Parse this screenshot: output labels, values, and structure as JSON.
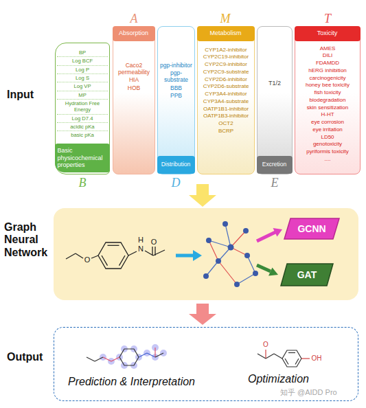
{
  "diagram": {
    "nodes": [
      {
        "text": [
          "BP",
          "Log BCF",
          "Log P",
          "Log S",
          "Log VP",
          "MP",
          "Hydration Free Energy",
          "Log D7.4",
          "acidic pKa",
          "basic pKa"
        ]
      },
      {
        "text": [
          "Basic physicochemical properties"
        ],
        "in": 0
      },
      {
        "text": [
          "Caco2 permeability",
          "HIA",
          "HOB"
        ]
      },
      {
        "text": [
          "Absorption"
        ],
        "in": 2
      },
      {
        "text": [
          "pgp-inhibitor",
          "pgp-substrate",
          "BBB",
          "PPB"
        ]
      },
      {
        "text": [
          "Distribution"
        ],
        "in": 4
      },
      {
        "text": [
          "CYP1A2-inhibitor",
          "CYP2C19-inhibitor",
          "CYP2C9-inhibitor",
          "CYP2C9-substrate",
          "CYP2D6-inhibitor",
          "CYP2D6-substrate",
          "CYP3A4-inhibitor",
          "CYP3A4-substrate",
          "OATP1B1-inhibitor",
          "OATP1B3-inhibitor",
          "OCT2",
          "BCRP"
        ]
      },
      {
        "text": [
          "Metabolism"
        ],
        "in": 6
      },
      {
        "text": [
          "T1/2"
        ]
      },
      {
        "text": [
          "Excretion"
        ],
        "in": 8
      },
      {
        "text": [
          "AMES",
          "DILI",
          "FDAMDD",
          "hERG inhibition",
          "carcinogenicity",
          "honey bee toxicity",
          "fish toxicity",
          "biodegradation",
          "skin sensitization",
          "H-HT",
          "eye corrosion",
          "eye irritation",
          "LD50",
          "genotoxicity",
          "pyriformis toxicity",
          "...."
        ]
      },
      {
        "text": [
          "Toxicity"
        ],
        "in": 10
      },
      {
        "text": [
          "GCNN"
        ]
      },
      {
        "text": [
          "GAT"
        ]
      },
      {
        "text": [
          "Prediction & Interpretation",
          "Optimization"
        ]
      }
    ],
    "labels": [
      "Input",
      "Graph Neural Network",
      "Output",
      "A",
      "M",
      "T",
      "B",
      "D",
      "E",
      "H",
      "N",
      "O",
      "O",
      "O",
      "OH",
      "知乎 @AIDD Pro"
    ]
  }
}
